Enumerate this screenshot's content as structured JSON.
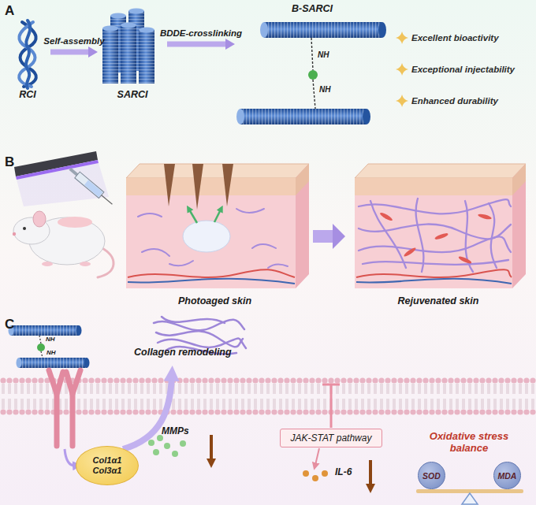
{
  "diagram": {
    "nodes": [
      {
        "text": [
          "RCI"
        ]
      },
      {
        "text": [
          "SARCI"
        ]
      },
      {
        "text": [
          "B-SARCI"
        ]
      },
      {
        "text": [
          "Photoaged skin"
        ]
      },
      {
        "text": [
          "Rejuvenated skin"
        ]
      },
      {
        "text": [
          "Col1α1 Col3α1"
        ]
      },
      {
        "text": [
          "JAK-STAT pathway"
        ]
      },
      {
        "text": [
          "SOD"
        ]
      },
      {
        "text": [
          "MDA"
        ]
      }
    ],
    "edges": [
      {
        "from": 0,
        "to": 1,
        "label": "Self-assembly",
        "arrow": "to"
      },
      {
        "from": 1,
        "to": 2,
        "label": "BDDE-crosslinking",
        "arrow": "to"
      },
      {
        "from": 3,
        "to": 4,
        "arrow": "to"
      }
    ],
    "labels": [
      "A",
      "NH",
      "NH",
      "Excellent bioactivity",
      "Exceptional injectability",
      "Enhanced durability",
      "B",
      "C",
      "NH",
      "NH",
      "Collagen remodeling",
      "MMPs",
      "IL-6",
      "Oxidative stress balance"
    ]
  }
}
